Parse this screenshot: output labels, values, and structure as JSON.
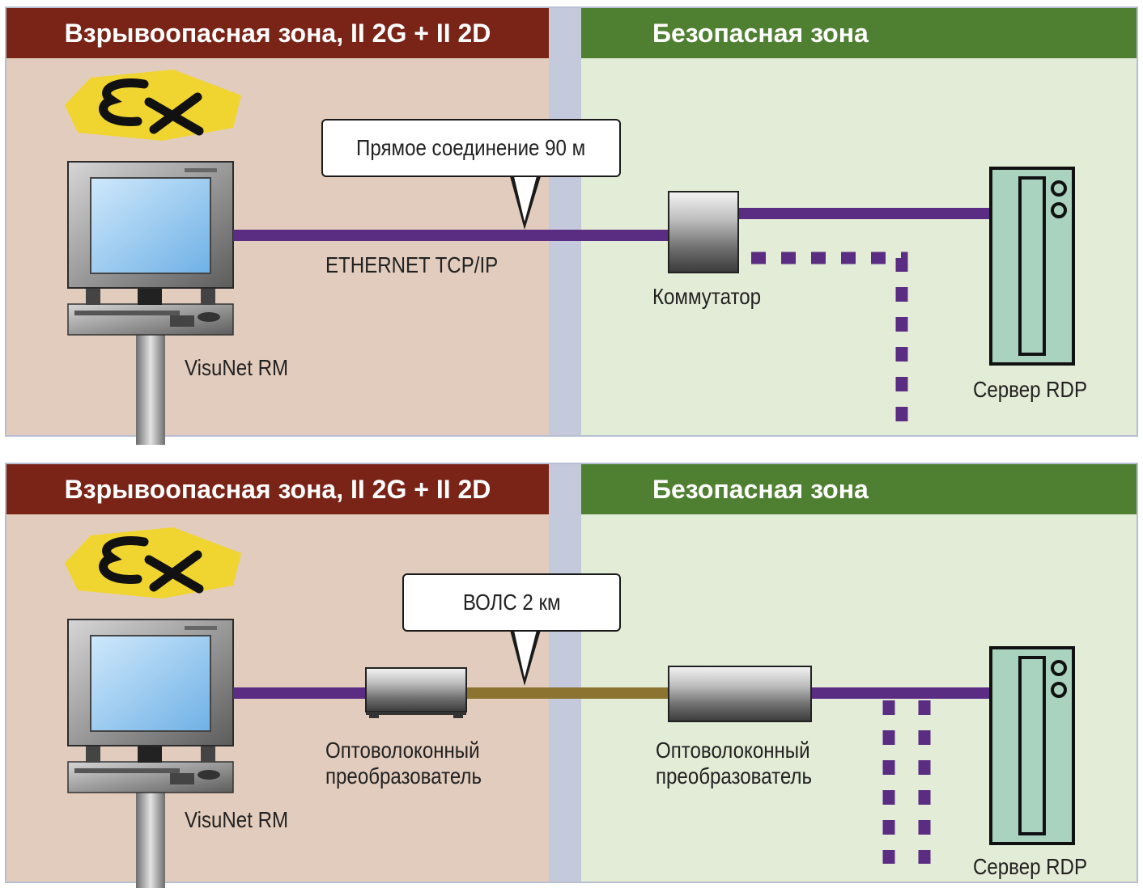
{
  "top": {
    "hazard_title": "Взрывоопасная зона, II 2G + II 2D",
    "safe_title": "Безопасная зона",
    "callout": "Прямое соединение 90 м",
    "link_label": "ETHERNET TCP/IP",
    "switch_label": "Коммутатор",
    "server_label": "Сервер RDP",
    "terminal_label": "VisuNet RM"
  },
  "bottom": {
    "hazard_title": "Взрывоопасная зона, II 2G + II 2D",
    "safe_title": "Безопасная зона",
    "callout": "ВОЛС 2 км",
    "converter_left_line1": "Оптоволоконный",
    "converter_left_line2": "преобразователь",
    "converter_right_line1": "Оптоволоконный",
    "converter_right_line2": "преобразователь",
    "server_label": "Сервер RDP",
    "terminal_label": "VisuNet RM"
  },
  "icons": {
    "ex_logo": "ex-atex-hexagon-icon",
    "terminal": "industrial-terminal-icon",
    "switch": "network-switch-icon",
    "server": "server-icon",
    "converter": "fiber-converter-icon"
  },
  "colors": {
    "hazard_header": "#7a2418",
    "hazard_bg": "#e2ccbd",
    "safe_header": "#4f7f31",
    "safe_bg": "#e3ecd6",
    "divider": "#c5c9dc",
    "ethernet_line": "#5a2d82",
    "fiber_line": "#8c7430",
    "ex_yellow": "#f0d530"
  }
}
